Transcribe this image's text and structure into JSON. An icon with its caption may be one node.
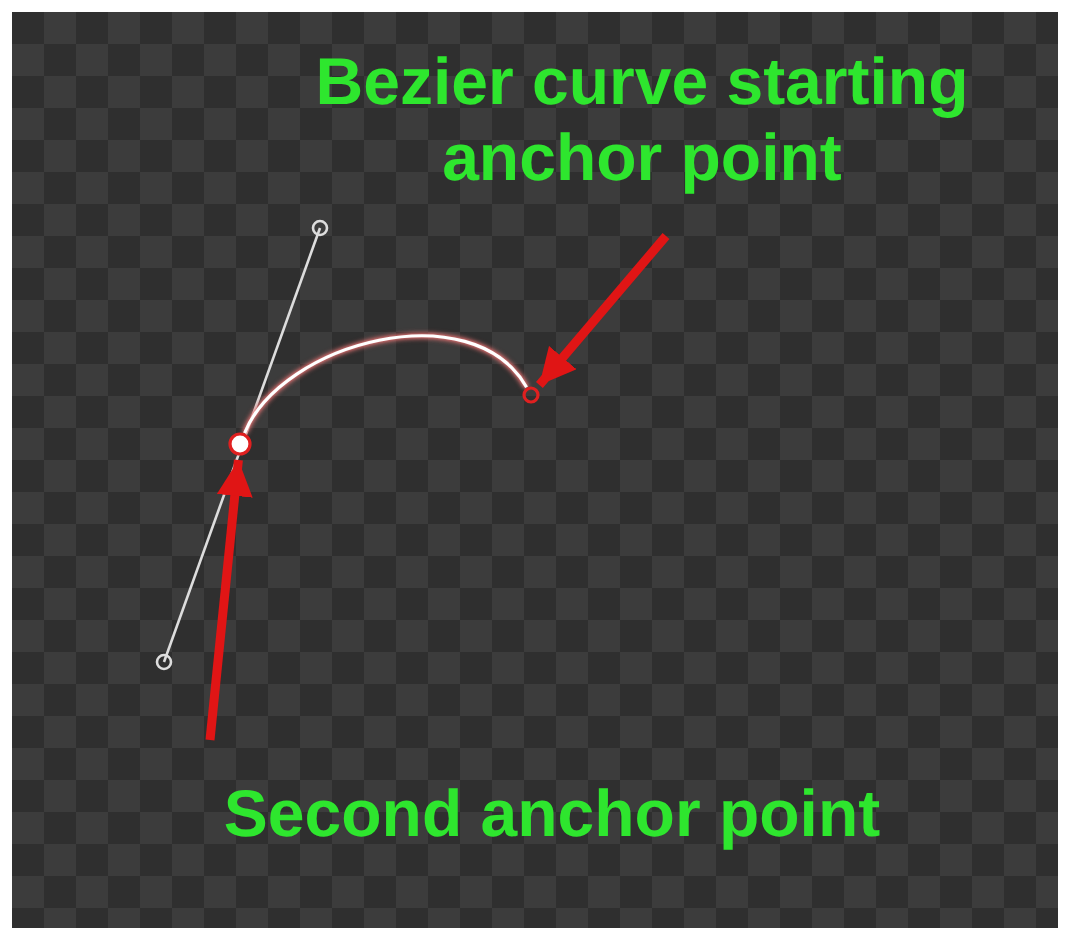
{
  "diagram": {
    "nodes": [
      {
        "text": [
          "Bezier curve starting anchor point"
        ]
      },
      {
        "text": [],
        "shape": "circle"
      },
      {
        "text": [],
        "shape": "circle"
      },
      {
        "text": [
          "Second anchor point"
        ]
      }
    ],
    "edges": [
      {
        "from": 0,
        "to": 1,
        "arrow": "to"
      },
      {
        "from": 3,
        "to": 2,
        "arrow": "to"
      },
      {
        "from": 2,
        "to": 1,
        "arrow": "none",
        "color": "#ffffff"
      }
    ]
  }
}
